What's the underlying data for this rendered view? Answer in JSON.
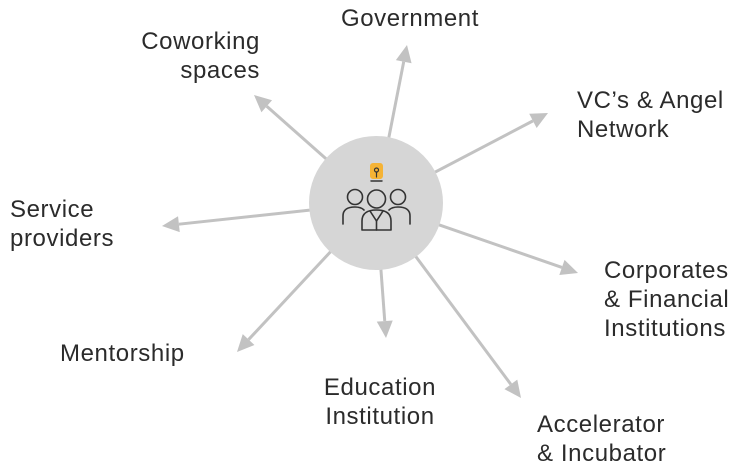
{
  "diagram": {
    "hub": {
      "icon": "people-group-lightbulb-icon",
      "circle_color": "#d6d6d6",
      "bulb_color": "#f5b335",
      "icon_stroke": "#333333"
    },
    "arrow_color": "#c2c2c2",
    "labels": {
      "government": [
        "Government"
      ],
      "coworking": [
        "Coworking",
        "spaces"
      ],
      "vc": [
        "VC’s & Angel",
        "Network"
      ],
      "service": [
        "Service",
        "providers"
      ],
      "corporates": [
        "Corporates",
        "& Financial",
        "Institutions"
      ],
      "mentorship": [
        "Mentorship"
      ],
      "education": [
        "Education",
        "Institution"
      ],
      "accelerator": [
        "Accelerator",
        "& Incubator"
      ]
    }
  }
}
